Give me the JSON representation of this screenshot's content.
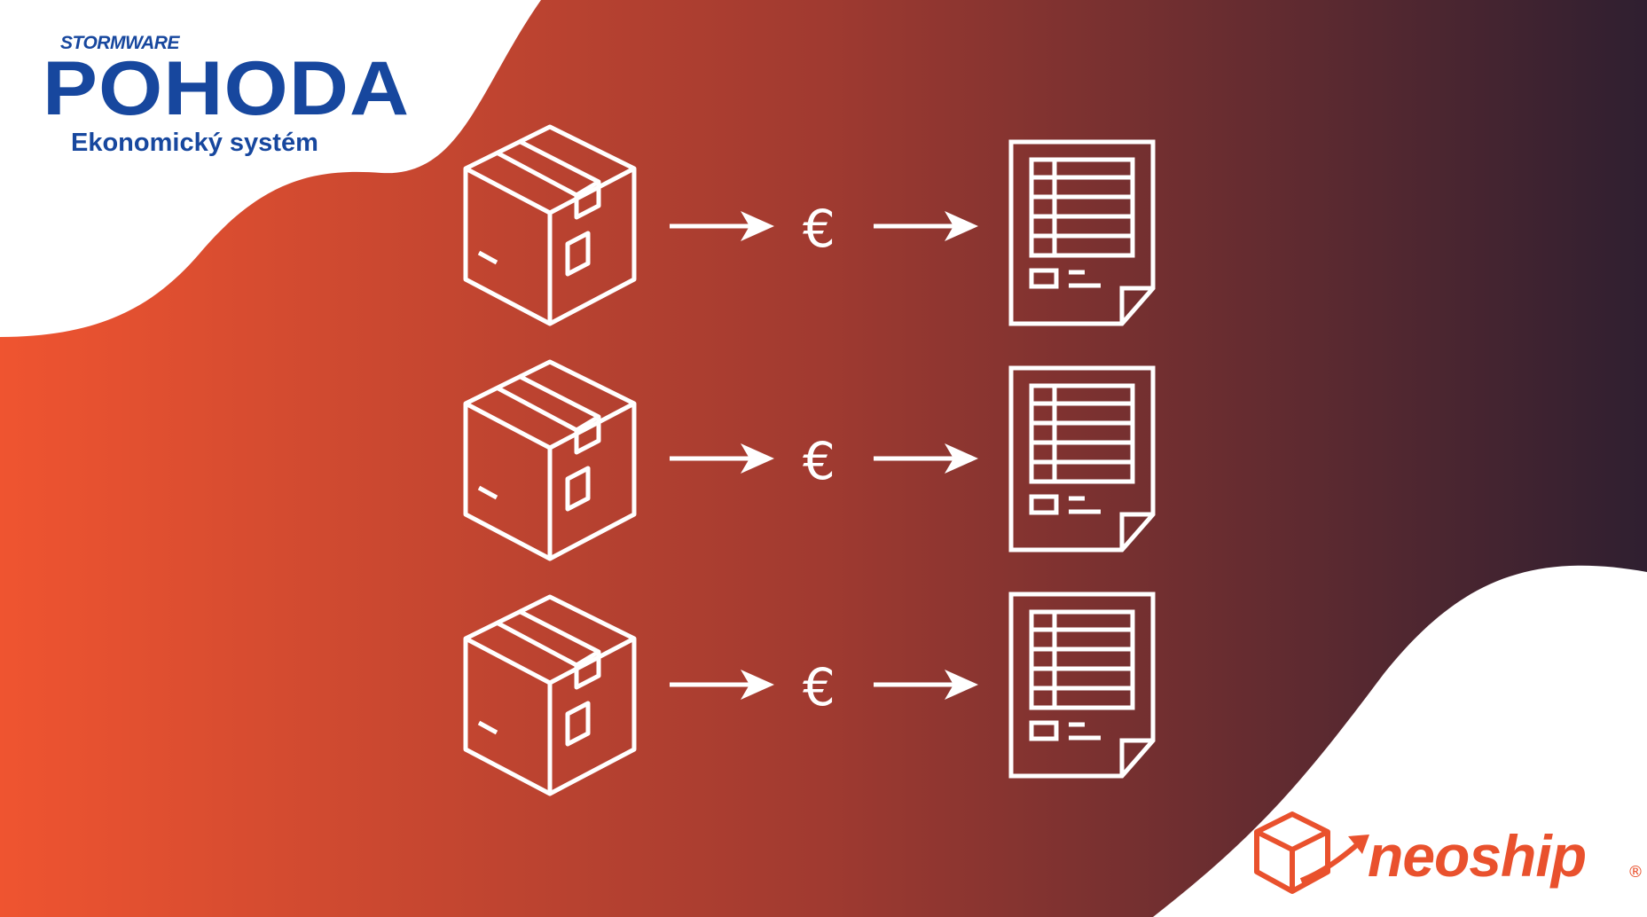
{
  "pohoda": {
    "brand": "STORMWARE",
    "title": "POHODA",
    "subtitle": "Ekonomický systém",
    "color": "#17479e"
  },
  "neoship": {
    "name": "neoship",
    "registered": "®",
    "color": "#e9512d"
  },
  "flow_rows": [
    {
      "source_icon": "package-box-icon",
      "currency": "€",
      "target_icon": "invoice-document-icon"
    },
    {
      "source_icon": "package-box-icon",
      "currency": "€",
      "target_icon": "invoice-document-icon"
    },
    {
      "source_icon": "package-box-icon",
      "currency": "€",
      "target_icon": "invoice-document-icon"
    }
  ],
  "colors": {
    "gradient_start": "#ef5430",
    "gradient_mid": "#a03a30",
    "gradient_end": "#2f1f30",
    "icon_stroke": "#ffffff"
  }
}
